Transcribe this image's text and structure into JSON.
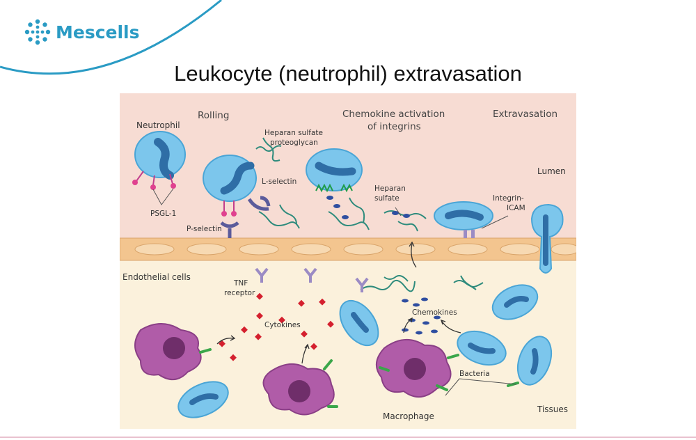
{
  "brand": {
    "name": "Mescells",
    "accent": "#2a9bc4"
  },
  "slide": {
    "title": "Leukocyte (neutrophil) extravasation"
  },
  "diagram": {
    "stages": [
      "Rolling",
      "Chemokine activation",
      "of integrins",
      "Extravasation"
    ],
    "labels": {
      "neutrophil": "Neutrophil",
      "psgl1": "PSGL-1",
      "heparan_proteoglycan_1": "Heparan sulfate",
      "heparan_proteoglycan_2": "proteoglycan",
      "l_selectin": "L-selectin",
      "p_selectin": "P-selectin",
      "heparan_sulfate_1": "Heparan",
      "heparan_sulfate_2": "sulfate",
      "integrin_icam_1": "Integrin-",
      "integrin_icam_2": "ICAM",
      "lumen": "Lumen",
      "endothelial": "Endothelial cells",
      "tnf_1": "TNF",
      "tnf_2": "receptor",
      "cytokines": "Cytokines",
      "chemokines": "Chemokines",
      "bacteria": "Bacteria",
      "macrophage": "Macrophage",
      "tissues": "Tissues"
    },
    "colors": {
      "lumen": "#f7dcd3",
      "tissue": "#fbf1dc",
      "endothelium": "#f3c58f",
      "neutrophil": "#7cc6ec",
      "nucleus": "#2f6ea6",
      "macrophage": "#b05ca8",
      "proteoglycan": "#2e8b7c",
      "cytokine": "#d4202e"
    }
  }
}
